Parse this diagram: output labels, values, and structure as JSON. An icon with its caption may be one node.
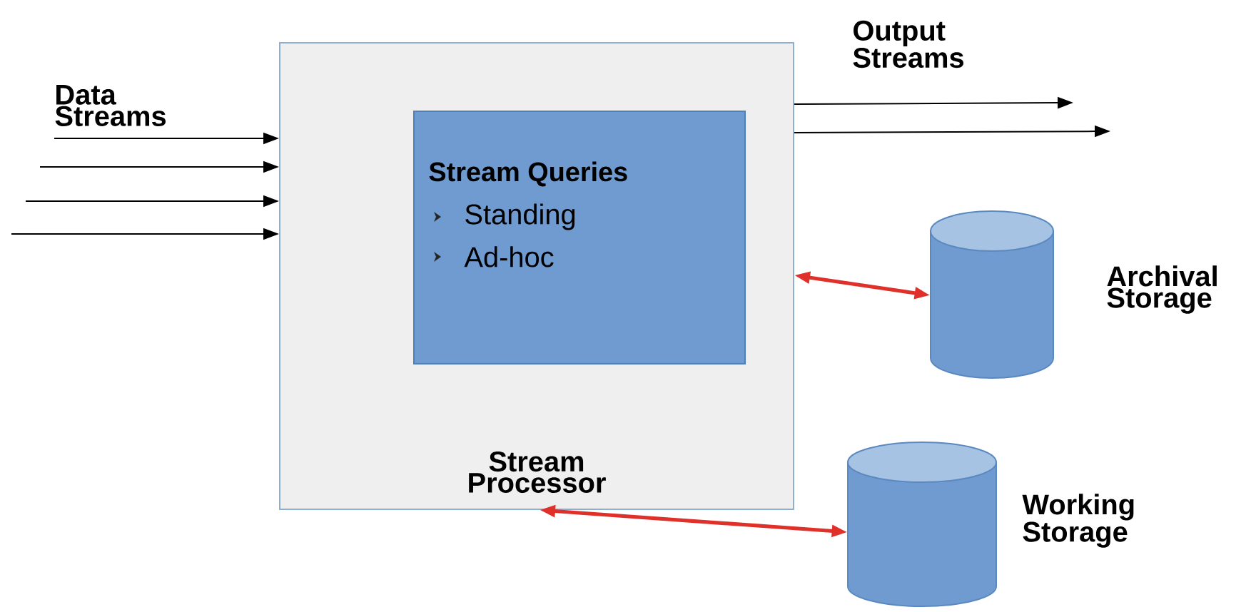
{
  "diagram": {
    "nodes": [
      {
        "text": [
          "Stream Processor"
        ]
      },
      {
        "text": [
          "Stream Queries",
          "Standing",
          "Ad-hoc"
        ],
        "in": 0
      },
      {
        "text": [],
        "shape": "cylinder",
        "beside": [
          "Archival Storage"
        ]
      },
      {
        "text": [],
        "shape": "cylinder",
        "beside": [
          "Working Storage"
        ]
      }
    ],
    "edges": [
      {
        "from": null,
        "to": 0,
        "arrow": "to"
      },
      {
        "from": null,
        "to": 0,
        "arrow": "to"
      },
      {
        "from": null,
        "to": 0,
        "arrow": "to"
      },
      {
        "from": null,
        "to": 0,
        "arrow": "to"
      },
      {
        "from": 0,
        "to": null,
        "arrow": "to"
      },
      {
        "from": 0,
        "to": null,
        "arrow": "to"
      },
      {
        "from": 0,
        "to": 2,
        "arrow": "both",
        "style": "thick",
        "color": "#e0302a"
      },
      {
        "from": 0,
        "to": 3,
        "arrow": "both",
        "style": "thick",
        "color": "#e0302a"
      }
    ],
    "labels": [
      "Data Streams",
      "Output Streams"
    ]
  }
}
